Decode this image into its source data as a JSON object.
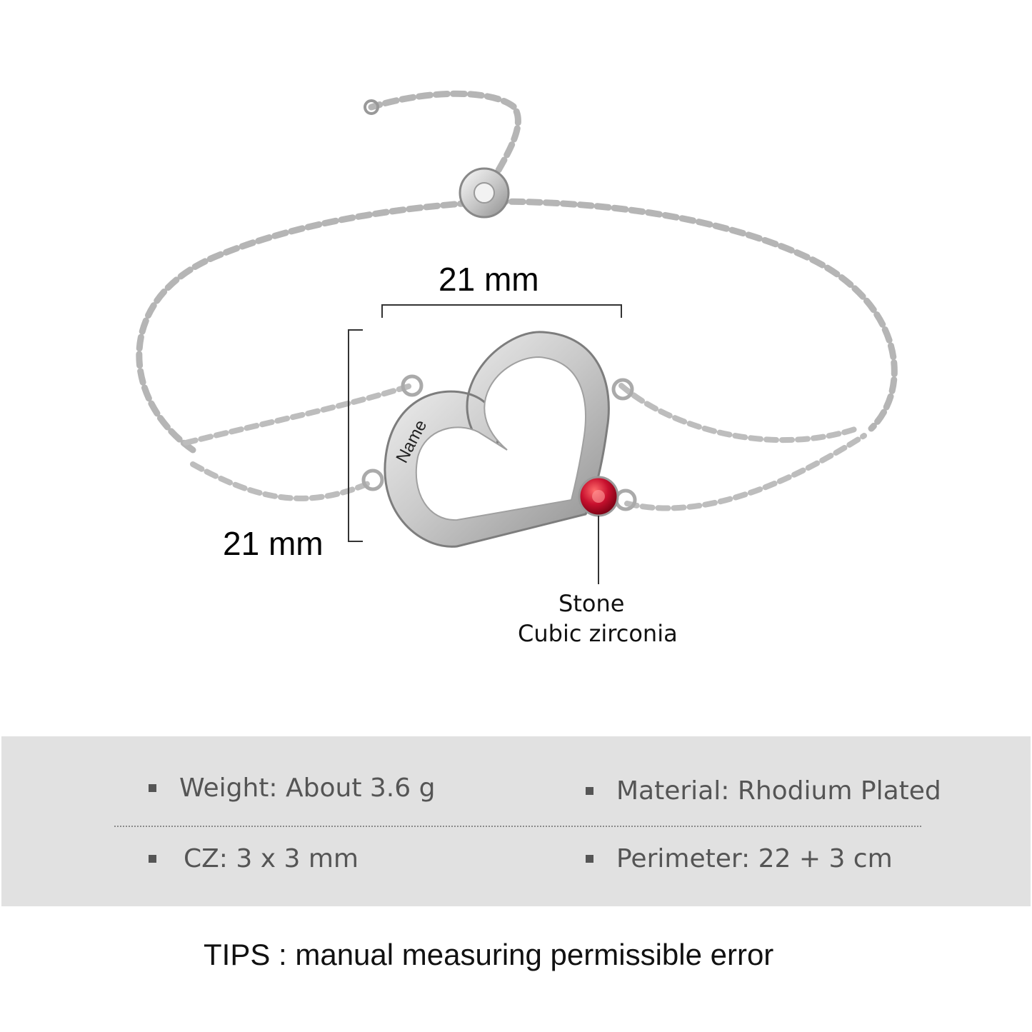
{
  "figure": {
    "engraving": "Name",
    "width_label": "21 mm",
    "height_label": "21 mm",
    "stone_title": "Stone",
    "stone_type": "Cubic zirconia",
    "stone_color": "#c8102e",
    "metal_color": "#d7d7d7"
  },
  "specs": {
    "weight": "Weight: About 3.6 g",
    "material": "Material: Rhodium Plated",
    "cz": "CZ: 3 x 3 mm",
    "perimeter": "Perimeter: 22 + 3 cm"
  },
  "tips": "TIPS : manual measuring permissible error"
}
